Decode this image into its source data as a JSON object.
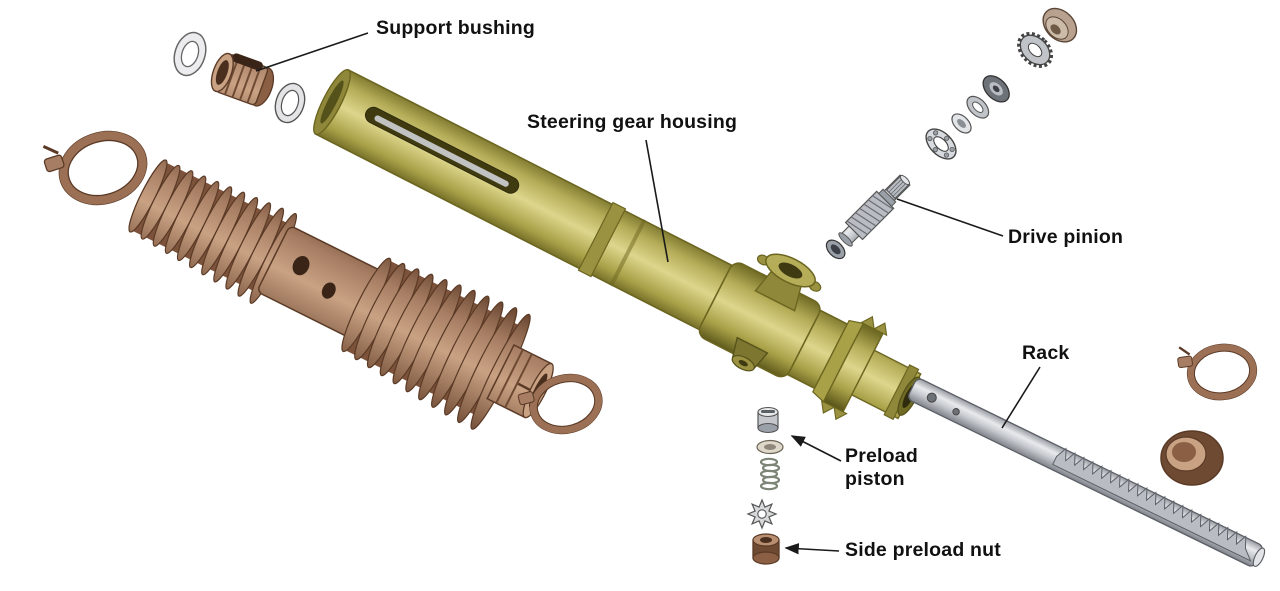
{
  "labels": {
    "support_bushing": "Support bushing",
    "steering_gear_housing": "Steering gear housing",
    "drive_pinion": "Drive pinion",
    "rack": "Rack",
    "preload_piston": "Preload piston",
    "side_preload_nut": "Side preload nut"
  },
  "palette": {
    "background": "#ffffff",
    "label_text": "#111111",
    "leader_line": "#1a1a1a",
    "housing_olive": "#a9a148",
    "boot_brown": "#a77e63",
    "steel_gray": "#c3c7cc"
  }
}
